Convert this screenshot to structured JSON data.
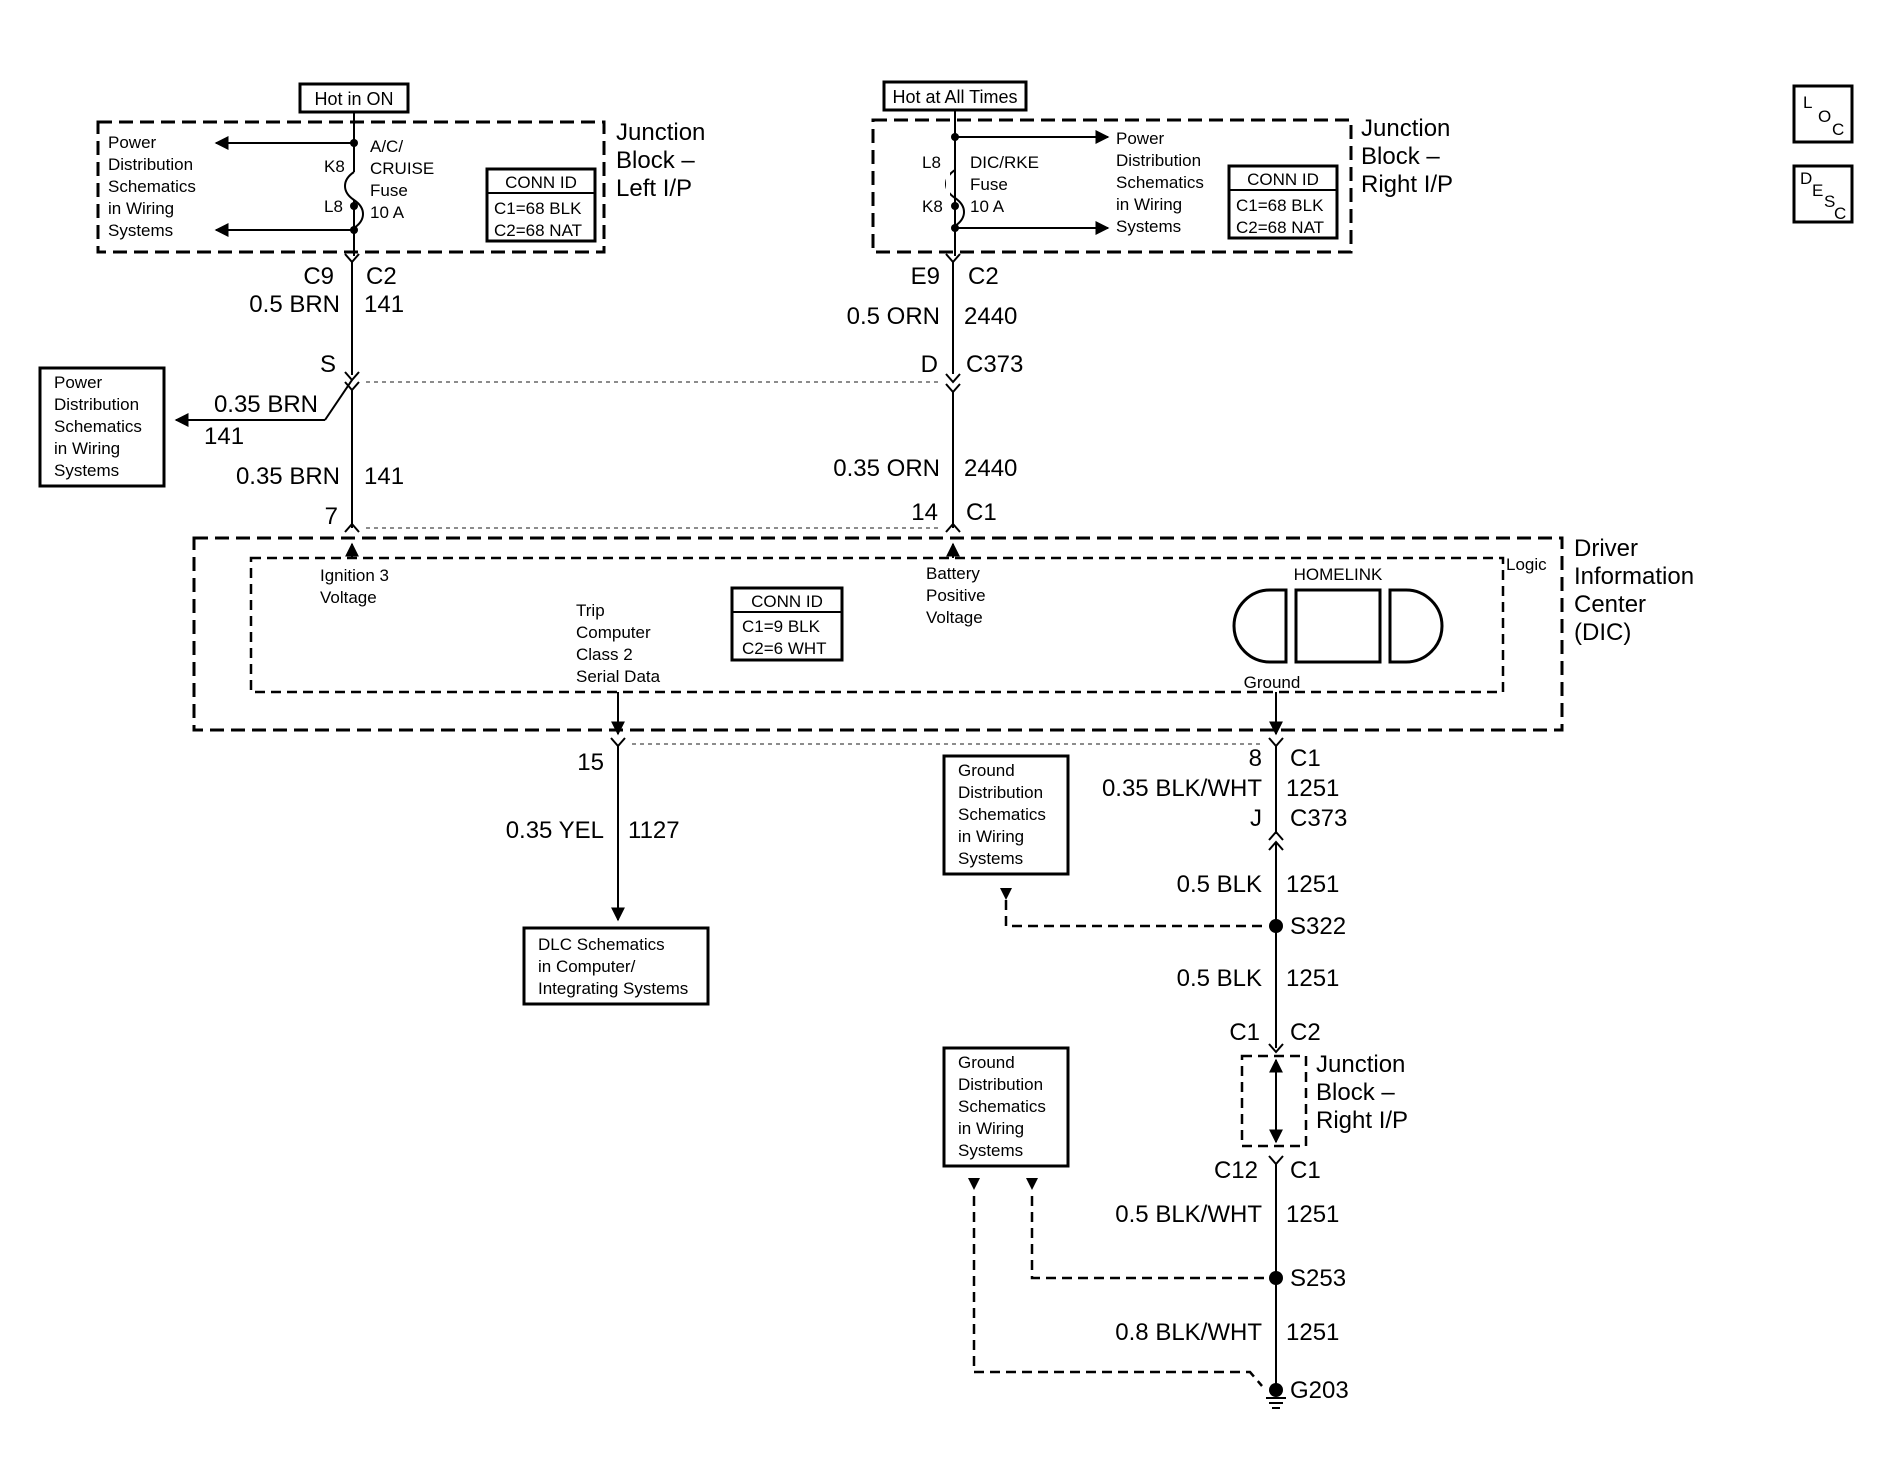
{
  "tags": {
    "loc": {
      "top": "L",
      "mid": "O",
      "bot": "C"
    },
    "desc": {
      "top": "D",
      "mid": "E",
      "low": "S",
      "bot": "C"
    }
  },
  "power": {
    "hot_on": "Hot in ON",
    "hot_all": "Hot at All Times"
  },
  "jb_left": {
    "title": [
      "Junction",
      "Block –",
      "Left I/P"
    ],
    "pds": [
      "Power",
      "Distribution",
      "Schematics",
      "in Wiring",
      "Systems"
    ],
    "fuse": [
      "A/C/",
      "CRUISE",
      "Fuse",
      "10 A"
    ],
    "k8": "K8",
    "l8": "L8",
    "conn_title": "CONN ID",
    "conn_lines": [
      "C1=68 BLK",
      "C2=68 NAT"
    ]
  },
  "jb_right": {
    "title": [
      "Junction",
      "Block –",
      "Right I/P"
    ],
    "pds": [
      "Power",
      "Distribution",
      "Schematics",
      "in Wiring",
      "Systems"
    ],
    "fuse": [
      "DIC/RKE",
      "Fuse",
      "10 A"
    ],
    "l8": "L8",
    "k8": "K8",
    "conn_title": "CONN ID",
    "conn_lines": [
      "C1=68 BLK",
      "C2=68 NAT"
    ]
  },
  "circuit_141": {
    "pin_c9": "C9",
    "conn_c2": "C2",
    "wire1": "0.5 BRN",
    "num1": "141",
    "splice": "S",
    "branch_wire": "0.35 BRN",
    "branch_num": "141",
    "wire2": "0.35 BRN",
    "num2": "141",
    "pin": "7"
  },
  "circuit_2440": {
    "pin_e9": "E9",
    "conn_c2": "C2",
    "wire1": "0.5 ORN",
    "num1": "2440",
    "pin_d": "D",
    "c373": "C373",
    "wire2": "0.35 ORN",
    "num2": "2440",
    "pin": "14",
    "conn_c1": "C1"
  },
  "pds_left_box": [
    "Power",
    "Distribution",
    "Schematics",
    "in Wiring",
    "Systems"
  ],
  "dic": {
    "title": [
      "Driver",
      "Information",
      "Center",
      "(DIC)"
    ],
    "logic": "Logic",
    "ign": [
      "Ignition 3",
      "Voltage"
    ],
    "bat": [
      "Battery",
      "Positive",
      "Voltage"
    ],
    "trip": [
      "Trip",
      "Computer",
      "Class 2",
      "Serial Data"
    ],
    "conn_title": "CONN ID",
    "conn_lines": [
      "C1=9 BLK",
      "C2=6 WHT"
    ],
    "homelink": "HOMELINK",
    "ground": "Ground"
  },
  "circuit_1127": {
    "pin": "15",
    "wire": "0.35 YEL",
    "num": "1127",
    "dlc": [
      "DLC Schematics",
      "in Computer/",
      "Integrating Systems"
    ]
  },
  "circuit_1251": {
    "pin8": "8",
    "c1": "C1",
    "w1": "0.35 BLK/WHT",
    "n1": "1251",
    "j": "J",
    "c373": "C373",
    "w2": "0.5 BLK",
    "n2": "1251",
    "s322": "S322",
    "w3": "0.5 BLK",
    "n3": "1251",
    "jc1": "C1",
    "jc2": "C2",
    "jb_title": [
      "Junction",
      "Block –",
      "Right I/P"
    ],
    "c12": "C12",
    "c1b": "C1",
    "w4": "0.5 BLK/WHT",
    "n4": "1251",
    "s253": "S253",
    "w5": "0.8 BLK/WHT",
    "n5": "1251",
    "g203": "G203"
  },
  "gds1": [
    "Ground",
    "Distribution",
    "Schematics",
    "in Wiring",
    "Systems"
  ],
  "gds2": [
    "Ground",
    "Distribution",
    "Schematics",
    "in Wiring",
    "Systems"
  ]
}
